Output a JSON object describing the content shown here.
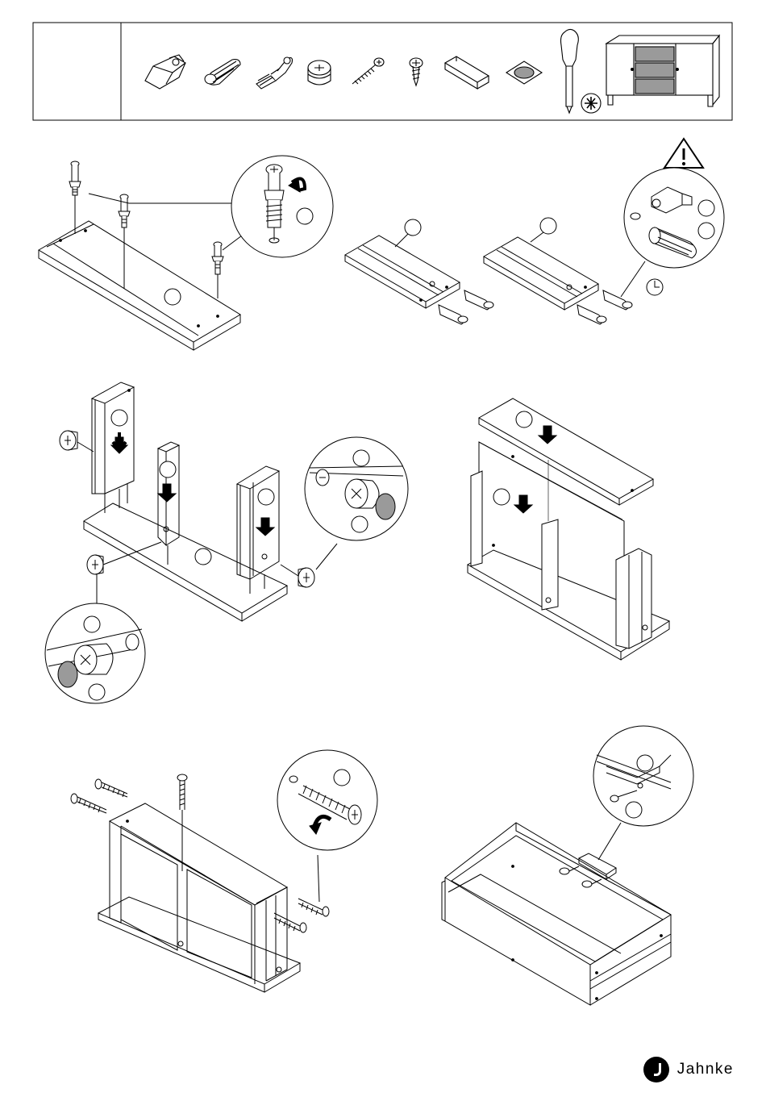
{
  "brand": {
    "name": "Jahnke"
  },
  "header": {
    "parts": [
      {
        "icon": "furniture-connector-icon"
      },
      {
        "icon": "wooden-dowel-icon"
      },
      {
        "icon": "cam-bolt-icon"
      },
      {
        "icon": "cam-lock-icon"
      },
      {
        "icon": "long-screw-icon"
      },
      {
        "icon": "short-screw-icon"
      },
      {
        "icon": "metal-bracket-icon"
      },
      {
        "icon": "felt-pad-icon"
      },
      {
        "icon": "screwdriver-icon"
      },
      {
        "icon": "sideboard-icon"
      }
    ]
  },
  "steps": [
    {
      "id": 1,
      "icon": "cam-bolts-into-bottom-panel"
    },
    {
      "id": 2,
      "icon": "dowels-into-side-panels"
    },
    {
      "id": 3,
      "icon": "uprights-onto-bottom-panel"
    },
    {
      "id": 4,
      "icon": "top-panel-and-back-panel"
    },
    {
      "id": 5,
      "icon": "screwing-side-panels"
    },
    {
      "id": 6,
      "icon": "drawer-bracket"
    }
  ],
  "colors": {
    "line": "#000000",
    "grey": "#9a9a9a",
    "grey_dark": "#8a8a8a"
  }
}
